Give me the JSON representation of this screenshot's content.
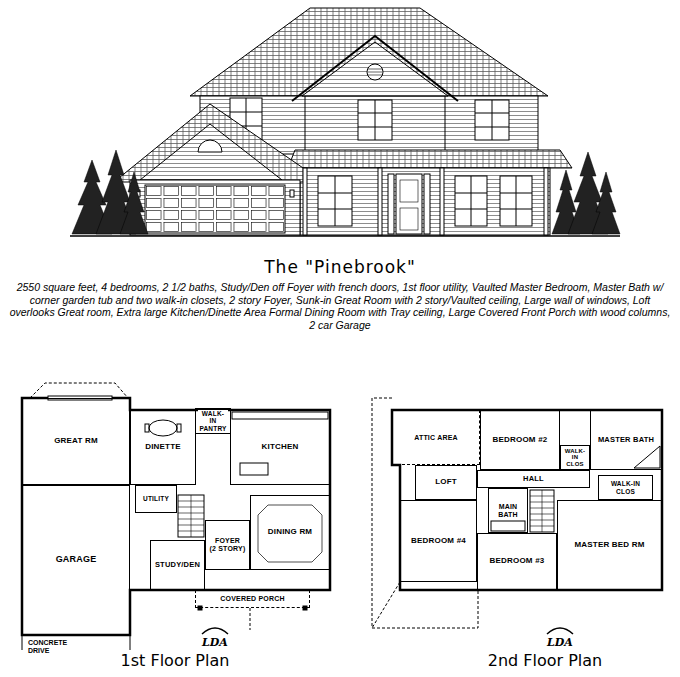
{
  "diagram": {
    "title": "The \"Pinebrook\"",
    "caption": "2550 square feet, 4 bedrooms, 2 1/2 baths, Study/Den off Foyer with french doors, 1st floor utility, Vaulted Master Bedroom, Master Bath w/ corner garden tub and two walk-in closets, 2 story Foyer, Sunk-in Great Room with 2 story/Vaulted ceiling, Large wall of windows, Loft overlooks Great room, Extra large Kitchen/Dinette Area Formal Dining Room with Tray ceiling, Large Covered Front Porch with wood columns, 2 car Garage",
    "nodes": [
      {
        "text": [
          "GREAT RM"
        ]
      },
      {
        "text": [
          "DINETTE"
        ]
      },
      {
        "text": [
          "WALK-IN PANTRY"
        ]
      },
      {
        "text": [
          "KITCHEN"
        ]
      },
      {
        "text": [
          "UTILITY"
        ]
      },
      {
        "text": [
          "STUDY/DEN"
        ]
      },
      {
        "text": [
          "FOYER",
          "(2 STORY)"
        ]
      },
      {
        "text": [
          "DINING RM"
        ]
      },
      {
        "text": [
          "COVERED PORCH"
        ]
      },
      {
        "text": [
          "GARAGE"
        ]
      },
      {
        "text": [
          "ATTIC AREA"
        ]
      },
      {
        "text": [
          "BEDROOM #2"
        ]
      },
      {
        "text": [
          "WALK-IN CLOS"
        ]
      },
      {
        "text": [
          "MASTER BATH"
        ]
      },
      {
        "text": [
          "LOFT"
        ]
      },
      {
        "text": [
          "HALL"
        ]
      },
      {
        "text": [
          "WALK-IN CLOS"
        ]
      },
      {
        "text": [
          "MAIN BATH"
        ]
      },
      {
        "text": [
          "BEDROOM #4"
        ]
      },
      {
        "text": [
          "BEDROOM #3"
        ]
      },
      {
        "text": [
          "MASTER BED RM"
        ]
      }
    ],
    "labels": [
      "1st Floor Plan",
      "2nd Floor Plan",
      "CONCRETE DRIVE",
      "LDA",
      "LDA"
    ]
  }
}
